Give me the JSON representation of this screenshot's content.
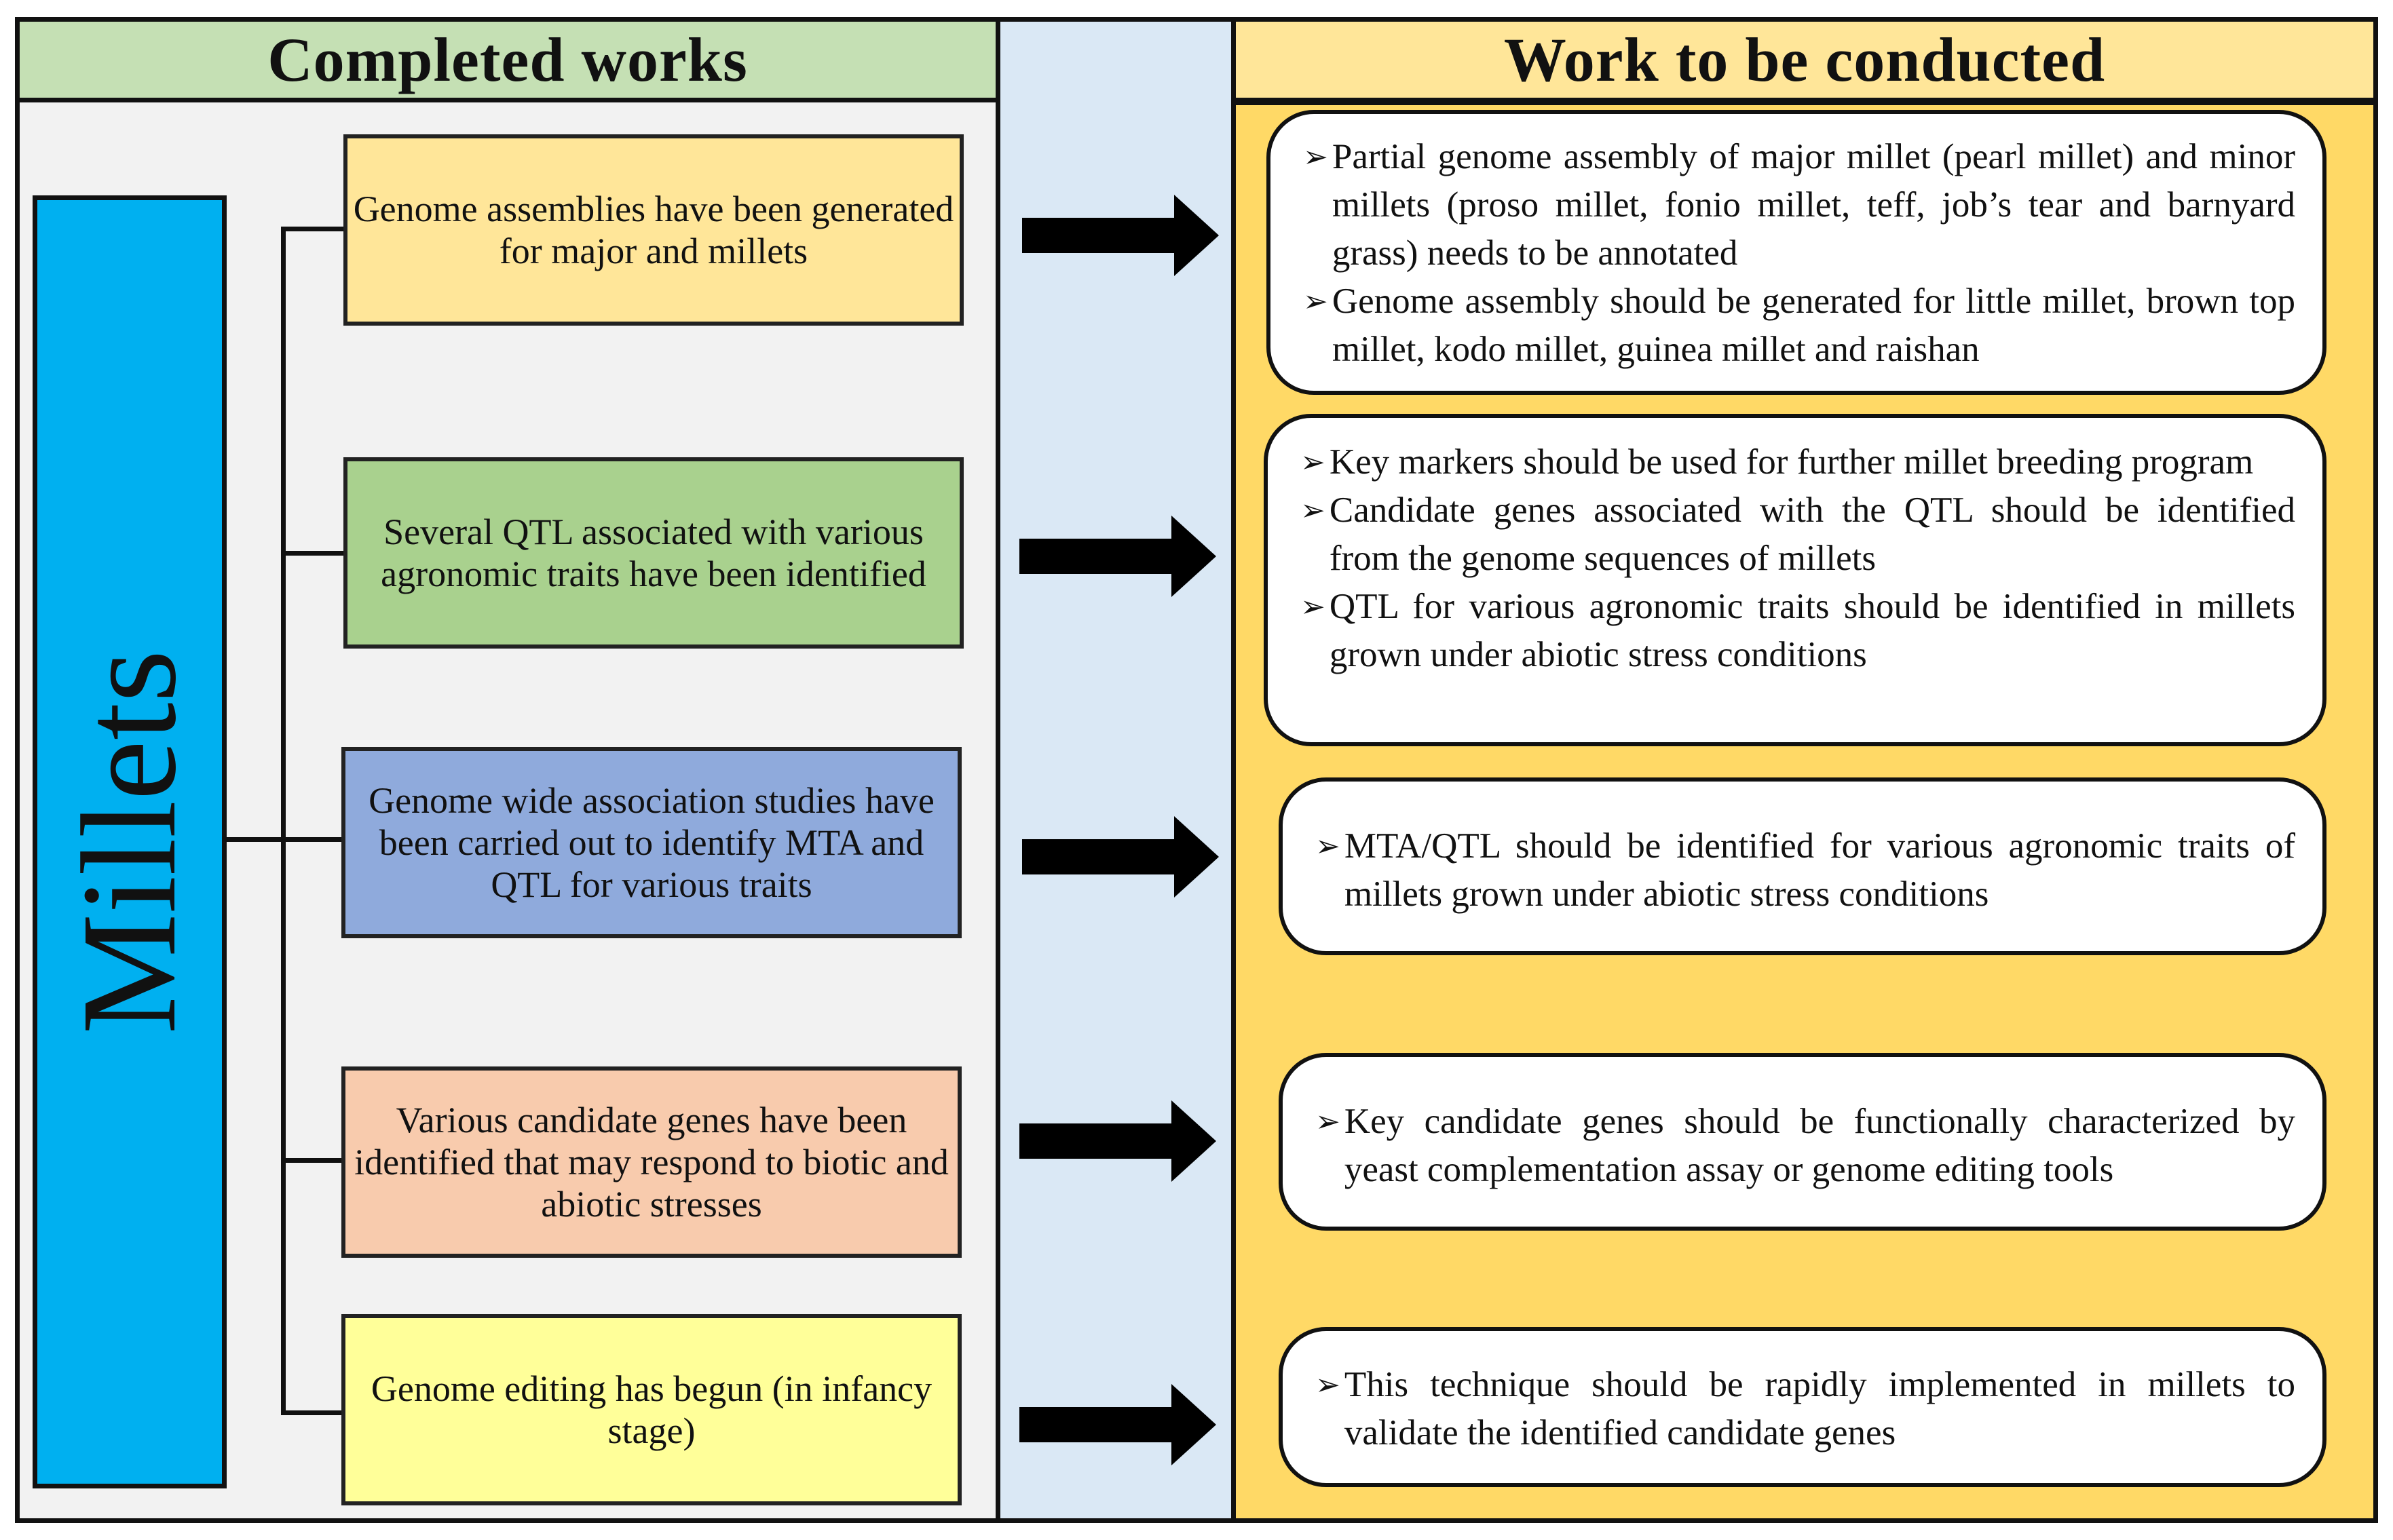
{
  "left_header": "Completed works",
  "right_header": "Work to be conducted",
  "main_label": "Millets",
  "completed": [
    "Genome assemblies have been generated for major and millets",
    "Several QTL associated with various agronomic traits have been identified",
    "Genome wide association studies have been carried out to identify MTA and QTL for various traits",
    "Various candidate genes have been identified that may respond to biotic and abiotic stresses",
    "Genome editing has begun (in infancy stage)"
  ],
  "todo": [
    [
      "Partial genome assembly of major millet (pearl millet) and minor millets (proso millet, fonio millet, teff, job’s tear and barnyard grass) needs to be annotated",
      "Genome assembly should be generated for little millet, brown top millet, kodo millet, guinea millet and raishan"
    ],
    [
      "Key markers should be used for further millet breeding program",
      "Candidate genes associated with the QTL should be identified from the genome sequences of millets",
      "QTL for various agronomic traits should be identified in millets grown under abiotic stress conditions"
    ],
    [
      "MTA/QTL should be identified for various agronomic traits of millets grown under abiotic stress conditions"
    ],
    [
      "Key candidate genes should be functionally characterized by yeast complementation assay or genome editing tools"
    ],
    [
      "This technique should be rapidly implemented in millets to validate the identified candidate genes"
    ]
  ],
  "colors": {
    "left_header_bg": "#c5e0b4",
    "right_header_bg": "#ffe699",
    "left_panel_bg": "#f2f2f2",
    "middle_bg": "#dae8f5",
    "right_panel_bg": "#ffd966",
    "millets_bar": "#00b0f0",
    "box_genome_assembly": "#ffe699",
    "box_qtl": "#a9d18e",
    "box_gwas": "#8faadc",
    "box_candidate_genes": "#f8cbad",
    "box_genome_editing": "#ffff99",
    "arrow": "#000000"
  },
  "bullet_icon": "arrowhead-bullet-icon"
}
